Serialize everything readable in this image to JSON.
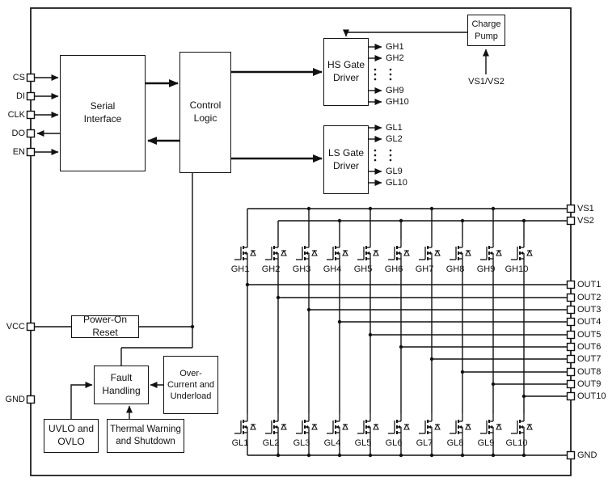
{
  "diagram": {
    "blocks": {
      "serial_interface": "Serial\nInterface",
      "control_logic": "Control\nLogic",
      "hs_gate_driver": "HS Gate\nDriver",
      "ls_gate_driver": "LS Gate\nDriver",
      "charge_pump": "Charge\nPump",
      "power_on_reset": "Power-On\nReset",
      "fault_handling": "Fault\nHandling",
      "over_current_underload": "Over-\nCurrent and\nUnderload",
      "uvlo_ovlo": "UVLO and\nOVLO",
      "thermal_warning": "Thermal Warning\nand Shutdown"
    },
    "labels": {
      "charge_pump_supply": "VS1/VS2"
    },
    "pins": {
      "left": [
        "CS",
        "DI",
        "CLK",
        "DO",
        "EN",
        "VCC",
        "GND"
      ],
      "right": [
        "VS1",
        "VS2",
        "OUT1",
        "OUT2",
        "OUT3",
        "OUT4",
        "OUT5",
        "OUT6",
        "OUT7",
        "OUT8",
        "OUT9",
        "OUT10",
        "GND"
      ]
    },
    "driver_outputs": {
      "hs": [
        "GH1",
        "GH2",
        "GH9",
        "GH10"
      ],
      "ls": [
        "GL1",
        "GL2",
        "GL9",
        "GL10"
      ]
    },
    "mosfets": {
      "high_side": [
        "GH1",
        "GH2",
        "GH3",
        "GH4",
        "GH5",
        "GH6",
        "GH7",
        "GH8",
        "GH9",
        "GH10"
      ],
      "low_side": [
        "GL1",
        "GL2",
        "GL3",
        "GL4",
        "GL5",
        "GL6",
        "GL7",
        "GL8",
        "GL9",
        "GL10"
      ]
    },
    "colors": {
      "line": "#111111",
      "background": "#ffffff"
    }
  }
}
